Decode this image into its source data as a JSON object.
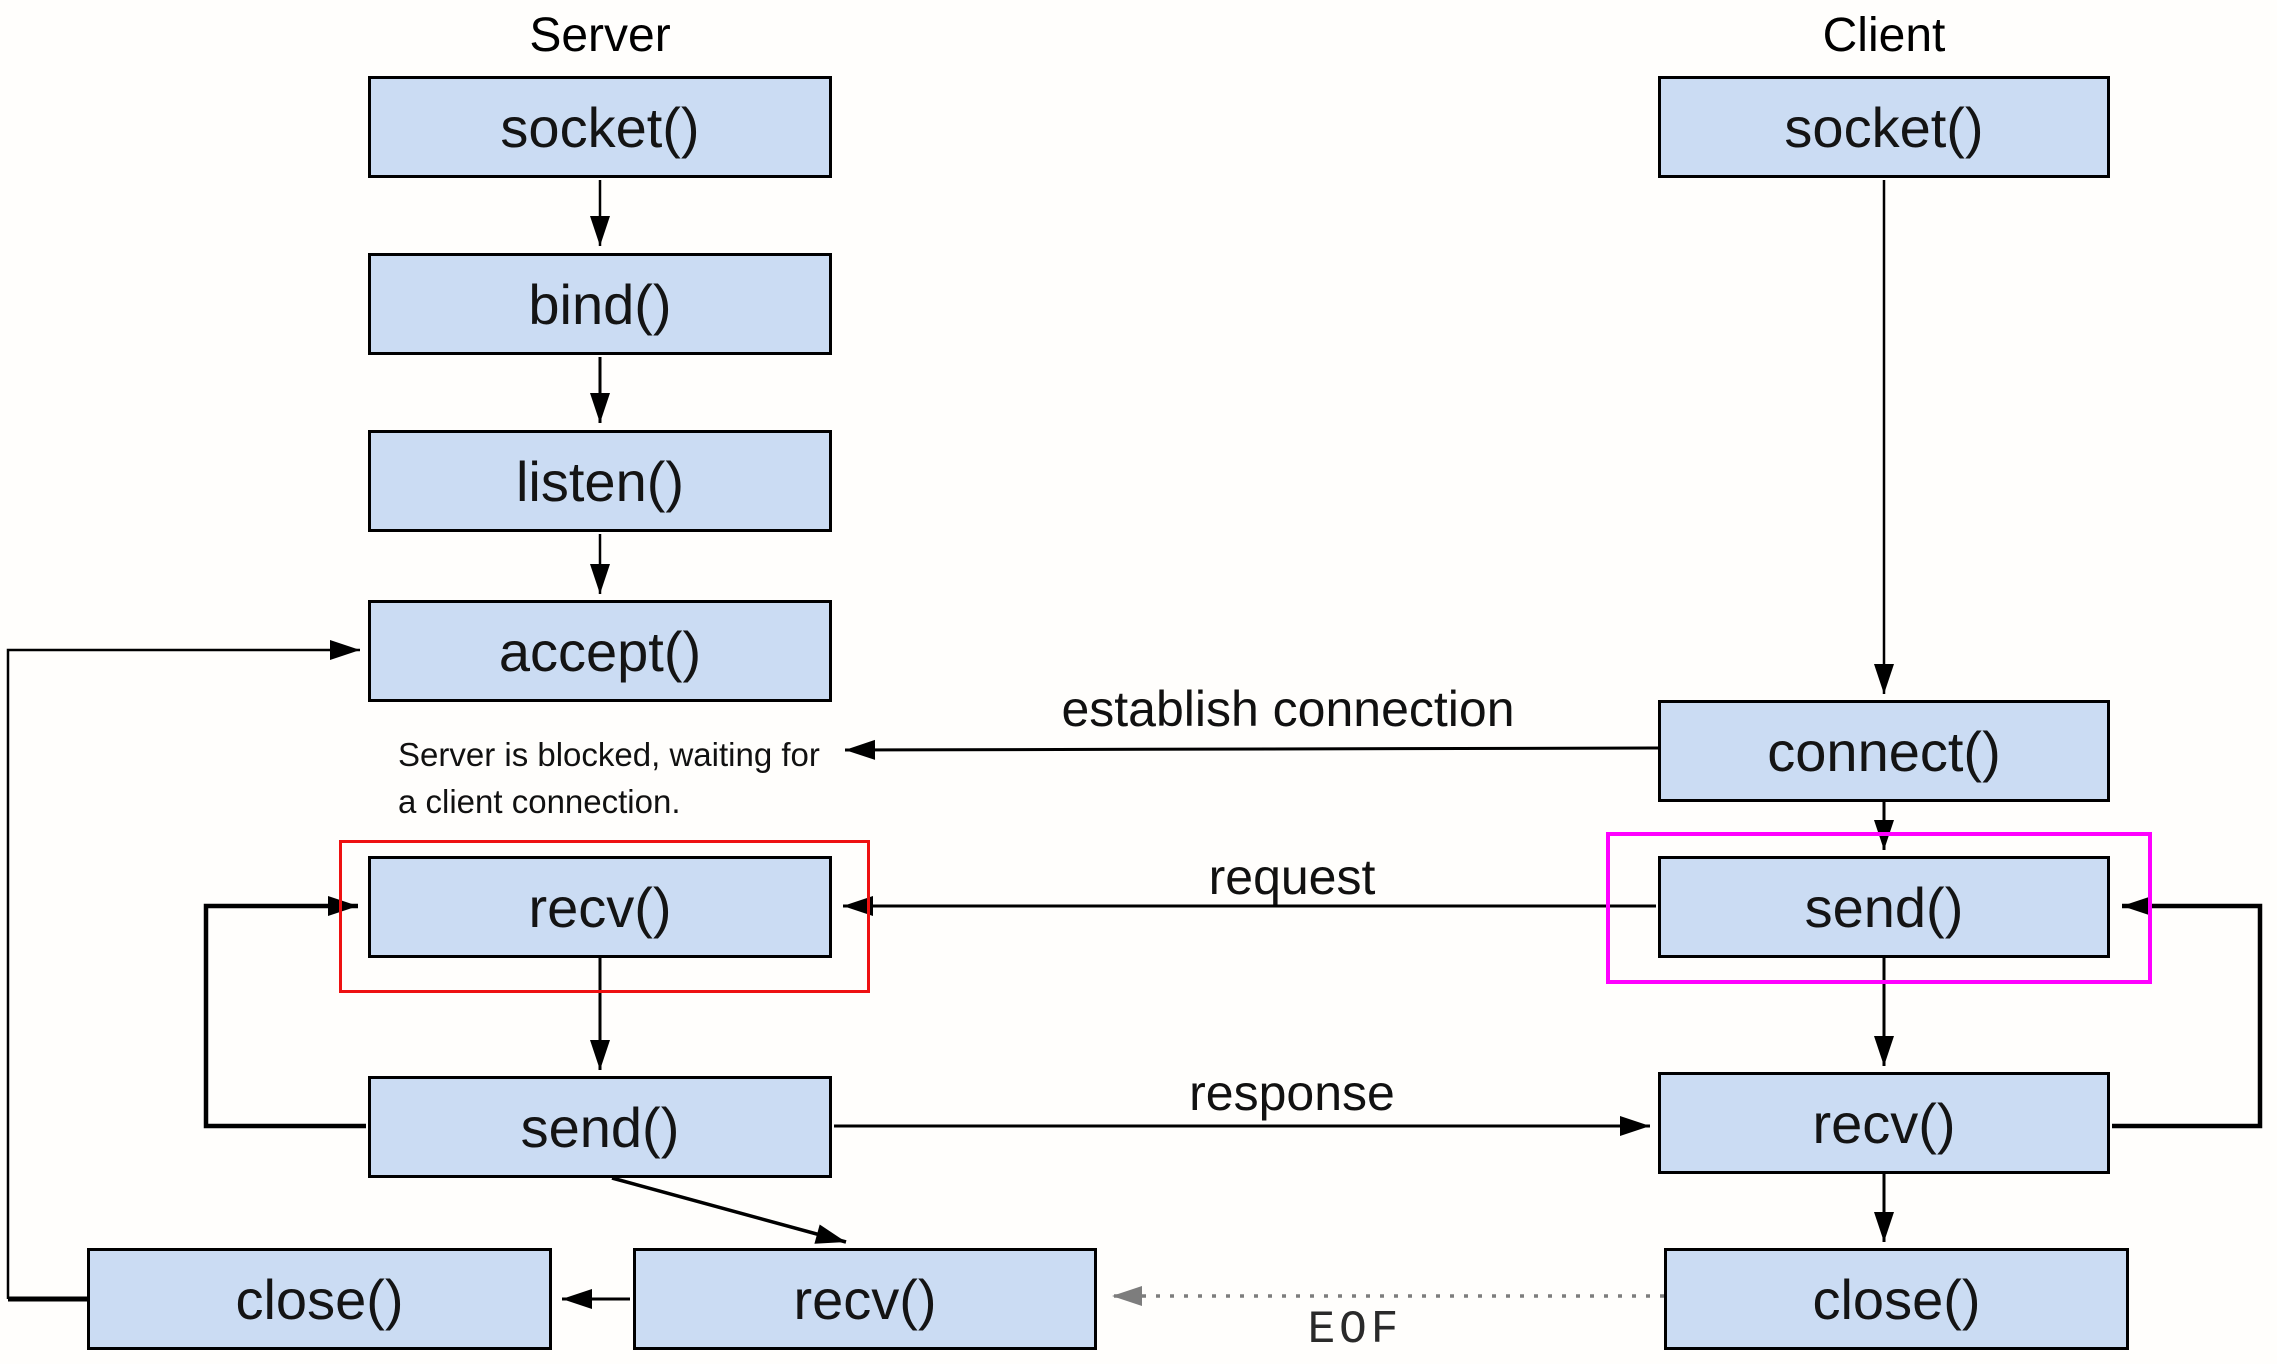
{
  "server": {
    "title": "Server",
    "socket": "socket()",
    "bind": "bind()",
    "listen": "listen()",
    "accept": "accept()",
    "recv": "recv()",
    "send": "send()",
    "close": "close()",
    "recv2": "recv()",
    "blocked_note": [
      "Server is blocked, waiting for",
      "a client connection."
    ]
  },
  "client": {
    "title": "Client",
    "socket": "socket()",
    "connect": "connect()",
    "send": "send()",
    "recv": "recv()",
    "close": "close()"
  },
  "flow": {
    "establish": "establish connection",
    "request": "request",
    "response": "response",
    "eof": "EOF"
  },
  "colors": {
    "box_fill": "#cbdcf3",
    "box_border": "#000000",
    "arrow": "#000000",
    "recv_highlight": "#ee1111",
    "send_highlight": "#ff00ff",
    "eof_line": "#7d7d7d"
  }
}
